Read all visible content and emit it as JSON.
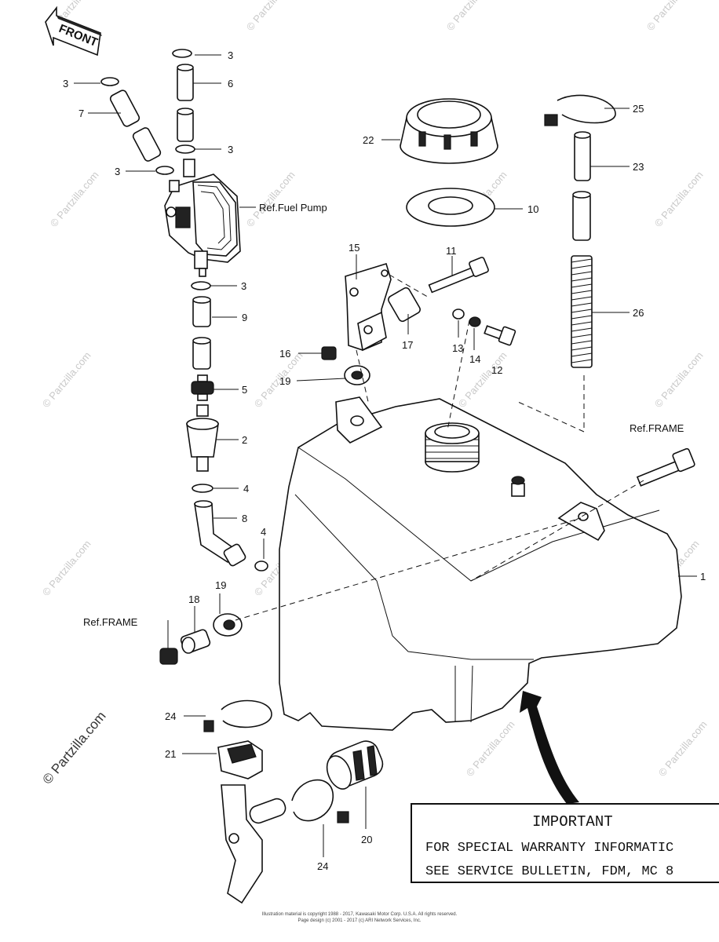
{
  "front_arrow": {
    "label": "FRONT"
  },
  "references": {
    "fuel_pump": "Ref.Fuel Pump",
    "frame_right": "Ref.FRAME",
    "frame_left": "Ref.FRAME"
  },
  "callouts": [
    {
      "id": "c-3a",
      "text": "3"
    },
    {
      "id": "c-6",
      "text": "6"
    },
    {
      "id": "c-3b",
      "text": "3"
    },
    {
      "id": "c-7",
      "text": "7"
    },
    {
      "id": "c-3c",
      "text": "3"
    },
    {
      "id": "c-3d",
      "text": "3"
    },
    {
      "id": "c-3e",
      "text": "3"
    },
    {
      "id": "c-9",
      "text": "9"
    },
    {
      "id": "c-5",
      "text": "5"
    },
    {
      "id": "c-2",
      "text": "2"
    },
    {
      "id": "c-4a",
      "text": "4"
    },
    {
      "id": "c-8",
      "text": "8"
    },
    {
      "id": "c-4b",
      "text": "4"
    },
    {
      "id": "c-22",
      "text": "22"
    },
    {
      "id": "c-10",
      "text": "10"
    },
    {
      "id": "c-25",
      "text": "25"
    },
    {
      "id": "c-23",
      "text": "23"
    },
    {
      "id": "c-26",
      "text": "26"
    },
    {
      "id": "c-15",
      "text": "15"
    },
    {
      "id": "c-11",
      "text": "11"
    },
    {
      "id": "c-16",
      "text": "16"
    },
    {
      "id": "c-17",
      "text": "17"
    },
    {
      "id": "c-13",
      "text": "13"
    },
    {
      "id": "c-14",
      "text": "14"
    },
    {
      "id": "c-12",
      "text": "12"
    },
    {
      "id": "c-19a",
      "text": "19"
    },
    {
      "id": "c-1",
      "text": "1"
    },
    {
      "id": "c-18",
      "text": "18"
    },
    {
      "id": "c-19b",
      "text": "19"
    },
    {
      "id": "c-24a",
      "text": "24"
    },
    {
      "id": "c-21",
      "text": "21"
    },
    {
      "id": "c-20",
      "text": "20"
    },
    {
      "id": "c-24b",
      "text": "24"
    }
  ],
  "notice": {
    "heading": "IMPORTANT",
    "line1": "FOR SPECIAL WARRANTY INFORMATIC",
    "line2": "SEE SERVICE BULLETIN, FDM, MC 8"
  },
  "watermark": "© Partzilla.com",
  "footer": {
    "line1": "Illustration material is copyright 1988 - 2017, Kawasaki Motor Corp. U.S.A. All rights reserved.",
    "line2": "Page design (c) 2001 - 2017 (c) ARI Network Services, Inc."
  }
}
